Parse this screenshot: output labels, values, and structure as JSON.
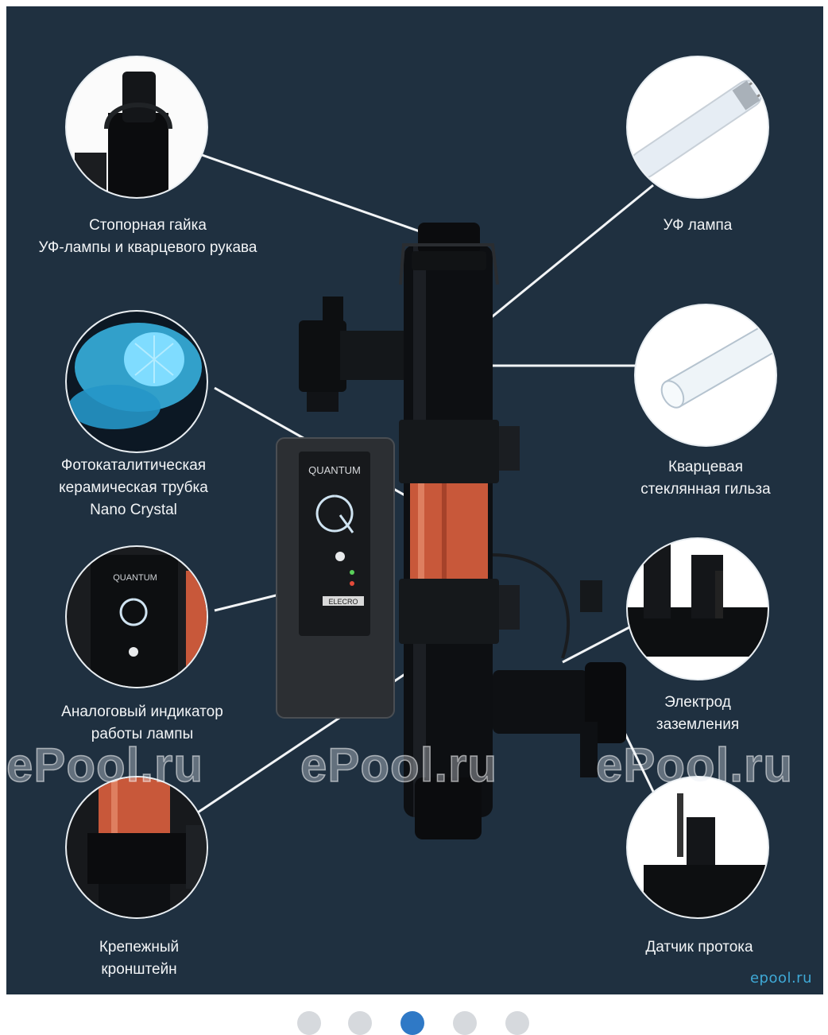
{
  "callouts": {
    "lock_nut": {
      "line1": "Стопорная гайка",
      "line2": "УФ-лампы и кварцевого рукава"
    },
    "uv_lamp": {
      "line1": "УФ лампа"
    },
    "nano_crystal": {
      "line1": "Фотокаталитическая",
      "line2": "керамическая трубка",
      "line3": "Nano Crystal"
    },
    "quartz_sleeve": {
      "line1": "Кварцевая",
      "line2": "стеклянная гильза"
    },
    "analog_indicator": {
      "line1": "Аналоговый индикатор",
      "line2": "работы лампы"
    },
    "ground_electrode": {
      "line1": "Электрод",
      "line2": "заземления"
    },
    "bracket": {
      "line1": "Крепежный",
      "line2": "кронштейн"
    },
    "flow_sensor": {
      "line1": "Датчик протока"
    }
  },
  "device": {
    "brand": "QUANTUM",
    "maker": "ELECRO"
  },
  "watermarks": [
    "ePool.ru",
    "ePool.ru",
    "ePool.ru"
  ],
  "corner_logo": "epool.ru",
  "carousel": {
    "count": 5,
    "active_index": 2
  },
  "colors": {
    "background": "#1f3040",
    "accent_copper": "#c8583a",
    "dot_active": "#2f79c6"
  }
}
